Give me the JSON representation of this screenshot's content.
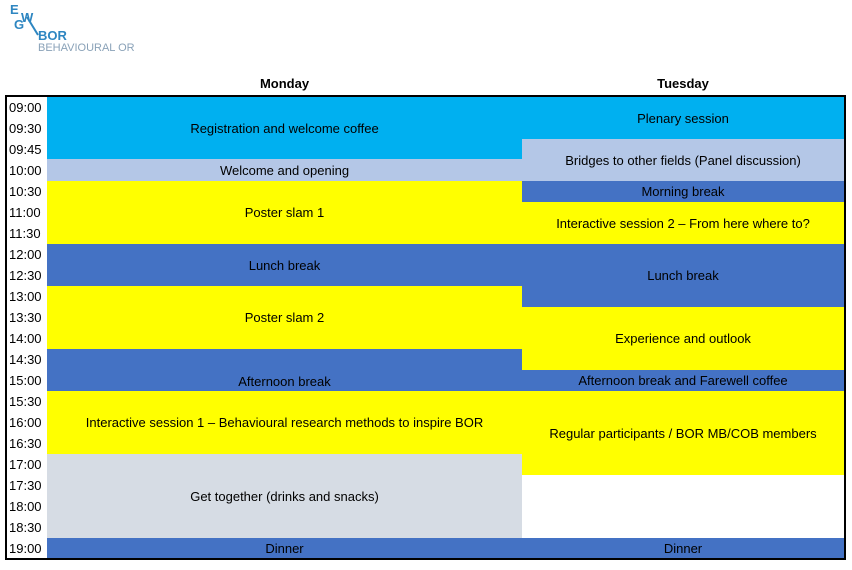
{
  "logo": {
    "mark": "EWG",
    "line1": "BOR",
    "line2": "BEHAVIOURAL OR"
  },
  "days": [
    "Monday",
    "Tuesday"
  ],
  "times": [
    "09:00",
    "09:30",
    "09:45",
    "10:00",
    "10:30",
    "11:00",
    "11:30",
    "12:00",
    "12:30",
    "13:00",
    "13:30",
    "14:00",
    "14:30",
    "15:00",
    "15:30",
    "16:00",
    "16:30",
    "17:00",
    "17:30",
    "18:00",
    "18:30",
    "19:00"
  ],
  "monday": [
    {
      "label": "Registration and welcome coffee",
      "color": "#00b0f0"
    },
    {
      "label": "Welcome and opening",
      "color": "#b4c7e7"
    },
    {
      "label": "Poster slam 1",
      "color": "#ffff00"
    },
    {
      "label": "Lunch break",
      "color": "#4472c4"
    },
    {
      "label": "Poster slam 2",
      "color": "#ffff00"
    },
    {
      "label": "Afternoon break",
      "color": "#4472c4"
    },
    {
      "label": "Interactive session 1 – Behavioural research methods to inspire BOR",
      "color": "#ffff00"
    },
    {
      "label": "Get together (drinks and snacks)",
      "color": "#d6dce4"
    },
    {
      "label": "Dinner",
      "color": "#4472c4"
    }
  ],
  "tuesday": [
    {
      "label": "Plenary session",
      "color": "#00b0f0"
    },
    {
      "label": "Bridges to other fields (Panel discussion)",
      "color": "#b4c7e7"
    },
    {
      "label": "Morning break",
      "color": "#4472c4"
    },
    {
      "label": "Interactive session 2 – From here where to?",
      "color": "#ffff00"
    },
    {
      "label": "Lunch break",
      "color": "#4472c4"
    },
    {
      "label": "Experience and outlook",
      "color": "#ffff00"
    },
    {
      "label": "Afternoon break and Farewell coffee",
      "color": "#4472c4"
    },
    {
      "label": "Regular participants / BOR MB/COB members",
      "color": "#ffff00"
    },
    {
      "label": "",
      "color": "#ffffff"
    },
    {
      "label": "Dinner",
      "color": "#4472c4"
    }
  ]
}
